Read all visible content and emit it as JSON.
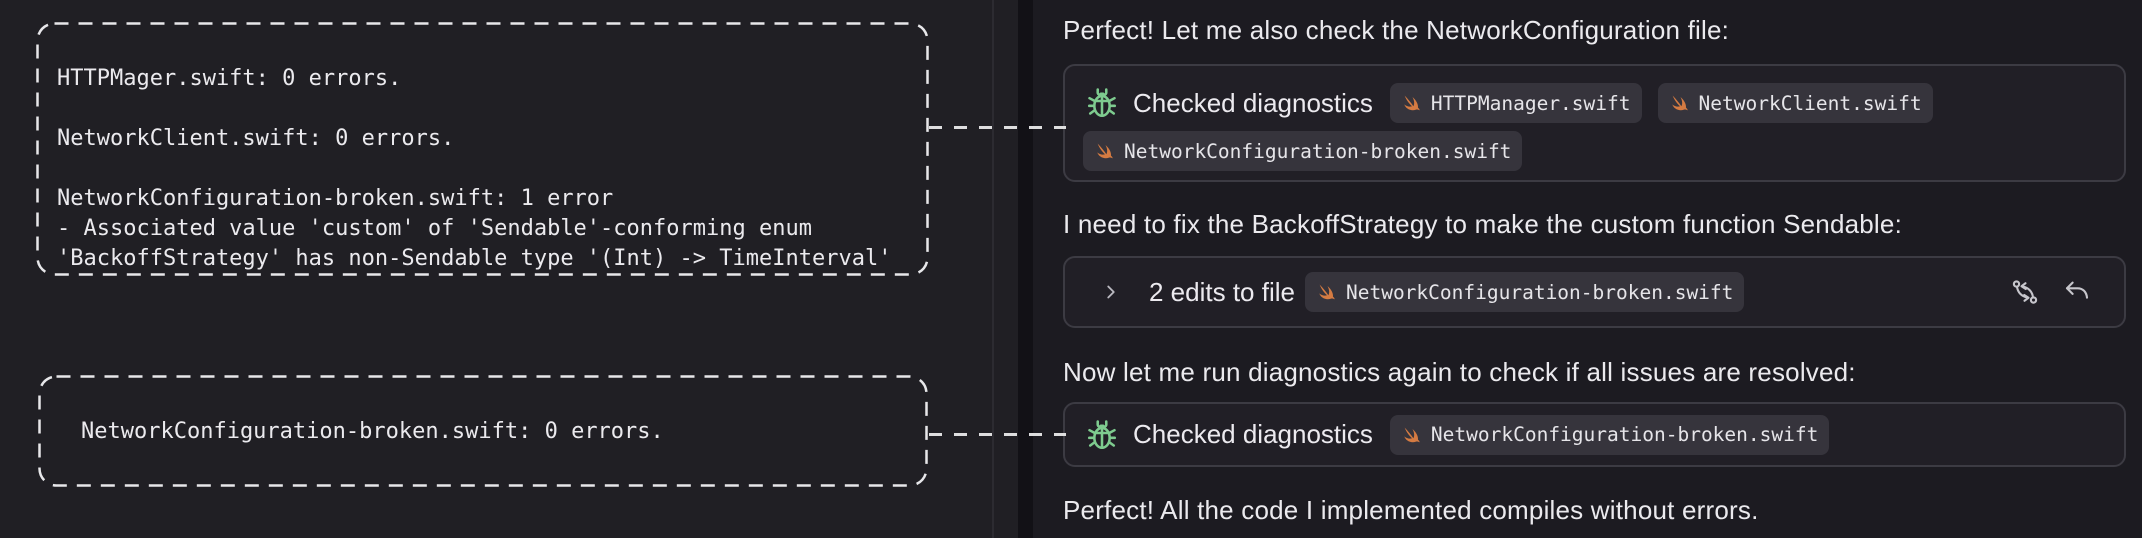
{
  "left_panel": {
    "diagnostics_box_1": {
      "lines": [
        "HTTPMager.swift: 0 errors.",
        "",
        "NetworkClient.swift: 0 errors.",
        "",
        "NetworkConfiguration-broken.swift: 1 error",
        "- Associated value 'custom' of 'Sendable'-conforming enum",
        "'BackoffStrategy' has non-Sendable type '(Int) -> TimeInterval'"
      ]
    },
    "diagnostics_box_2": {
      "text": "NetworkConfiguration-broken.swift: 0 errors."
    }
  },
  "chat": {
    "message_1": "Perfect! Let me also check the NetworkConfiguration file:",
    "tool_card_1": {
      "icon": "bug-icon",
      "title": "Checked diagnostics",
      "files": [
        "HTTPManager.swift",
        "NetworkClient.swift",
        "NetworkConfiguration-broken.swift"
      ]
    },
    "message_2": "I need to fix the BackoffStrategy to make the custom function Sendable:",
    "edit_card": {
      "chevron_icon": "chevron-right-icon",
      "title": "2 edits to file",
      "file": "NetworkConfiguration-broken.swift",
      "action_icons": [
        "review-changes-icon",
        "undo-icon"
      ]
    },
    "message_3": "Now let me run diagnostics again to check if all issues are resolved:",
    "tool_card_2": {
      "icon": "bug-icon",
      "title": "Checked diagnostics",
      "files": [
        "NetworkConfiguration-broken.swift"
      ]
    },
    "message_4": "Perfect! All the code I implemented compiles without errors."
  },
  "colors": {
    "bug_icon_green": "#7ecb8f",
    "swift_icon_orange": "#d57b42",
    "dashed_annotation": "#e7e7ea",
    "chip_background": "#36343c",
    "card_border": "#3c3b43",
    "left_panel_background": "#201f24",
    "right_panel_background": "#1c1b21"
  }
}
